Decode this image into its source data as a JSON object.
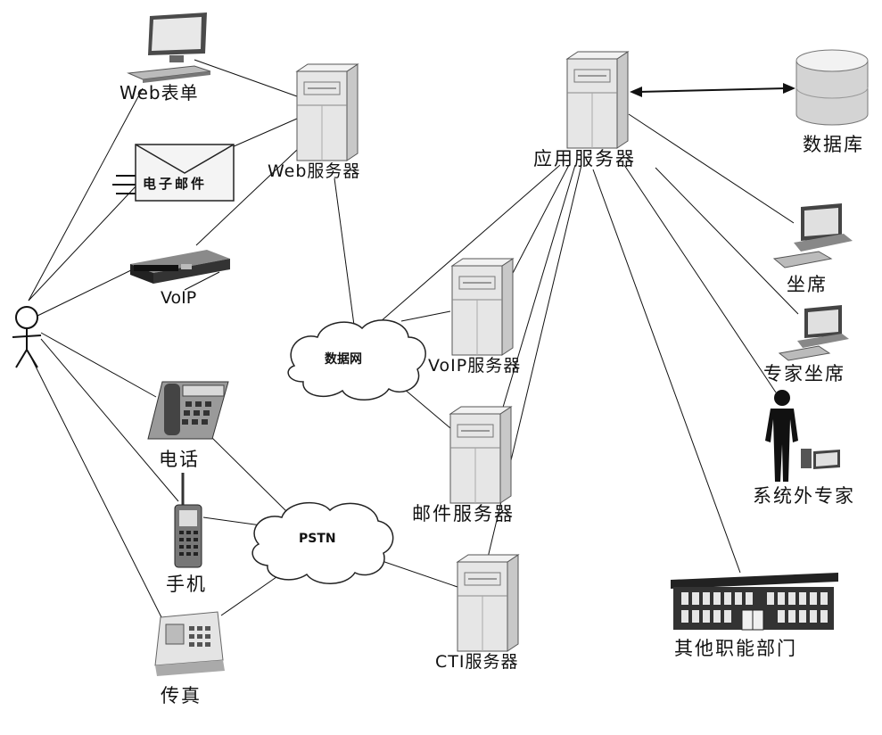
{
  "nodes": {
    "web_form": "Web表单",
    "email": "电子邮件",
    "voip": "VoIP",
    "phone": "电话",
    "mobile": "手机",
    "fax": "传真",
    "web_server": "Web服务器",
    "data_network": "数据网",
    "pstn": "PSTN",
    "voip_server": "VoIP服务器",
    "mail_server": "邮件服务器",
    "cti_server": "CTI服务器",
    "app_server": "应用服务器",
    "database": "数据库",
    "agent_seat": "坐席",
    "expert_seat": "专家坐席",
    "external_expert": "系统外专家",
    "other_departments": "其他职能部门"
  },
  "icons": {
    "customer": "stick-figure-icon",
    "web_form": "desktop-computer-icon",
    "email": "envelope-icon",
    "voip": "voip-gateway-icon",
    "phone": "desk-phone-icon",
    "mobile": "mobile-phone-icon",
    "fax": "fax-machine-icon",
    "servers": "tower-server-icon",
    "clouds": "cloud-icon",
    "database": "database-cylinder-icon",
    "seats": "computer-workstation-icon",
    "external_expert": "person-silhouette-icon",
    "other_departments": "building-icon"
  },
  "colors": {
    "line": "#111111",
    "server_body": "#e6e6e6",
    "server_side": "#c8c8c8",
    "device_dark": "#3a3a3a",
    "building": "#2f2f2f",
    "cloud_fill": "#ffffff"
  }
}
